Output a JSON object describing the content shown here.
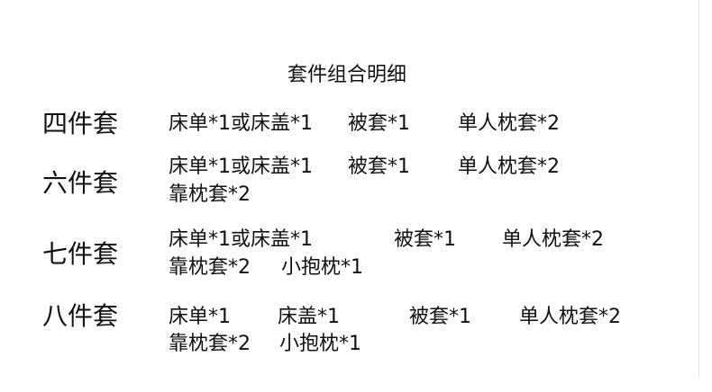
{
  "title": "套件组合明细",
  "sets": [
    {
      "label": "四件套",
      "lines": [
        [
          "床单*1或床盖*1",
          "被套*1",
          "单人枕套*2"
        ]
      ]
    },
    {
      "label": "六件套",
      "lines": [
        [
          "床单*1或床盖*1",
          "被套*1",
          "单人枕套*2"
        ],
        [
          "靠枕套*2"
        ]
      ]
    },
    {
      "label": "七件套",
      "lines": [
        [
          "床单*1或床盖*1",
          "被套*1",
          "单人枕套*2"
        ],
        [
          "靠枕套*2",
          "小抱枕*1"
        ]
      ]
    },
    {
      "label": "八件套",
      "lines": [
        [
          "床单*1",
          "床盖*1",
          "被套*1",
          "单人枕套*2"
        ],
        [
          "靠枕套*2",
          "小抱枕*1"
        ]
      ]
    }
  ]
}
